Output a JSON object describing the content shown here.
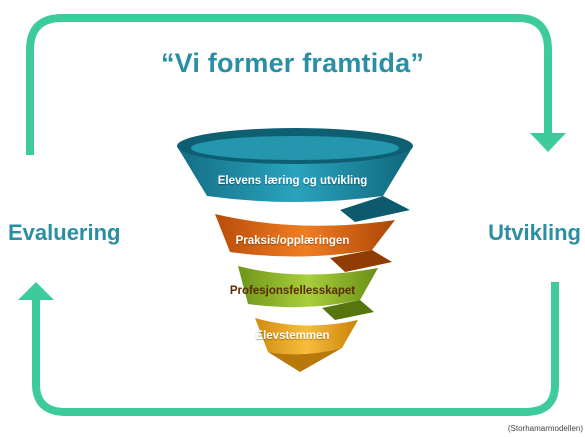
{
  "title": "“Vi former framtida”",
  "labels": {
    "left": "Evaluering",
    "right": "Utvikling"
  },
  "funnel": {
    "layers": [
      "Elevens læring og utvikling",
      "Praksis/opplæringen",
      "Profesjonsfellesskapet",
      "Elevstemmen"
    ]
  },
  "caption": "(Storhamarmodellen)",
  "colors": {
    "arrow": "#3dcb9b",
    "teal": "#1f8ea6",
    "orange": "#e26a14",
    "green": "#8fb82a",
    "gold": "#f0a81c"
  }
}
